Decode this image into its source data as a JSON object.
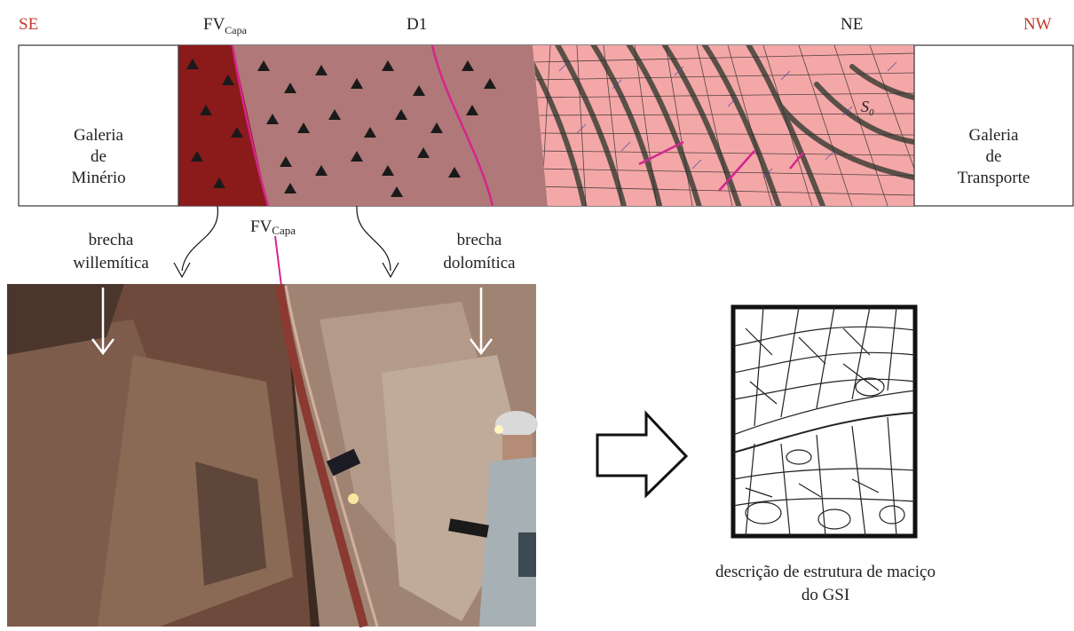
{
  "orientation": {
    "left": "SE",
    "right": "NW",
    "color": "#c0392b"
  },
  "top_labels": {
    "fv_main": "FV",
    "fv_sub": "Capa",
    "d1": "D1",
    "ne": "NE"
  },
  "section": {
    "left_gallery": [
      "Galeria",
      "de",
      "Minério"
    ],
    "right_gallery": [
      "Galeria",
      "de",
      "Transporte"
    ],
    "foliation_label": "S",
    "foliation_sub": "0",
    "colors": {
      "willemitic_breccia": "#8b1a1a",
      "dolomitic_breccia": "#b07878",
      "layered_rock": "#f4a7a7",
      "fault": "#d6248f",
      "layers": "#5a5048"
    }
  },
  "photo_labels": {
    "left_breccia": [
      "brecha",
      "willemítica"
    ],
    "right_breccia": [
      "brecha",
      "dolomítica"
    ],
    "fault_main": "FV",
    "fault_sub": "Capa"
  },
  "caption": [
    "descrição de estrutura de maciço",
    "do GSI"
  ],
  "icons": [
    "arrow-right-icon",
    "down-arrow-icon"
  ]
}
